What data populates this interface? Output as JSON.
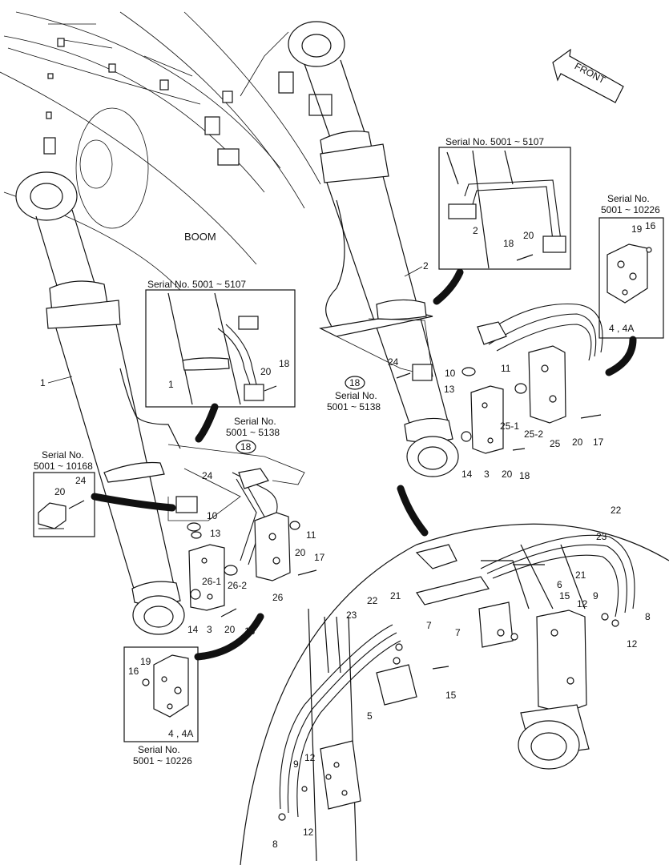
{
  "labels": {
    "boom": "BOOM",
    "front": "FRONT",
    "serial_5107_a": "Serial No. 5001 ~ 5107",
    "serial_5107_b": "Serial No. 5001 ~ 5107",
    "serial_10226_top_1": "Serial No.",
    "serial_10226_top_2": "5001 ~ 10226",
    "serial_10168_1": "Serial No.",
    "serial_10168_2": "5001 ~ 10168",
    "serial_5138_left_1": "Serial No.",
    "serial_5138_left_2": "5001 ~ 5138",
    "serial_5138_right_1": "Serial No.",
    "serial_5138_right_2": "5001 ~ 5138",
    "serial_10226_bot_1": "Serial No.",
    "serial_10226_bot_2": "5001 ~ 10226"
  },
  "callouts": {
    "c1": "1",
    "c1b": "1",
    "c2": "2",
    "c2b": "2",
    "c3": "3",
    "c3b": "3",
    "c4_4a_top": "4 , 4A",
    "c4_4a_bot": "4 , 4A",
    "c5": "5",
    "c6": "6",
    "c7a": "7",
    "c7b": "7",
    "c8a": "8",
    "c8b": "8",
    "c9a": "9",
    "c9b": "9",
    "c10a": "10",
    "c10b": "10",
    "c11a": "11",
    "c11b": "11",
    "c12a": "12",
    "c12b": "12",
    "c12c": "12",
    "c12d": "12",
    "c13a": "13",
    "c13b": "13",
    "c14a": "14",
    "c14b": "14",
    "c15a": "15",
    "c15b": "15",
    "c16a": "16",
    "c16b": "16",
    "c17a": "17",
    "c17b": "17",
    "c18a": "18",
    "c18b": "18",
    "c18c": "18",
    "c18d": "18",
    "c18circ_left": "18",
    "c18circ_right": "18",
    "c19a": "19",
    "c19b": "19",
    "c20a": "20",
    "c20b": "20",
    "c20c": "20",
    "c20d": "20",
    "c20e": "20",
    "c20f": "20",
    "c21a": "21",
    "c21b": "21",
    "c22a": "22",
    "c22b": "22",
    "c23a": "23",
    "c23b": "23",
    "c24a": "24",
    "c24b": "24",
    "c24c": "24",
    "c25": "25",
    "c25_1": "25-1",
    "c25_2": "25-2",
    "c26": "26",
    "c26_1": "26-1",
    "c26_2": "26-2"
  }
}
